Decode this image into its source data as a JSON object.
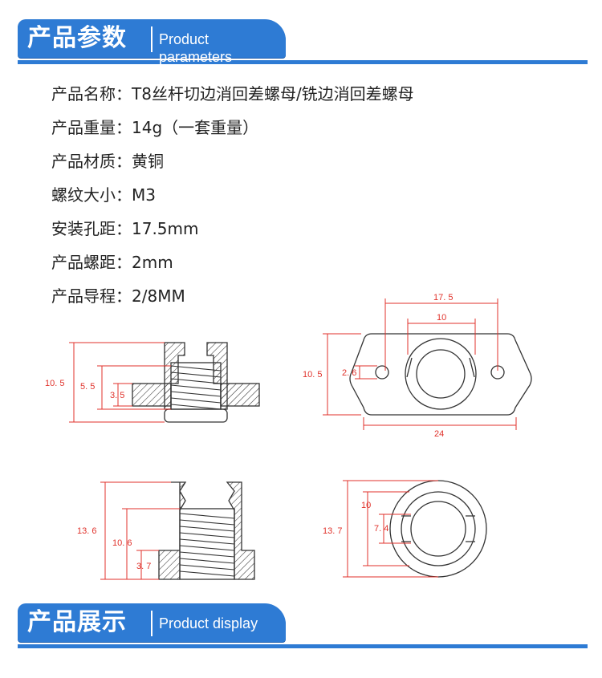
{
  "banners": {
    "parameters": {
      "title": "产品参数",
      "subtitle": "Product parameters"
    },
    "display": {
      "title": "产品展示",
      "subtitle": "Product display"
    }
  },
  "params": [
    {
      "label": "产品名称：",
      "value": "T8丝杆切边消回差螺母/铣边消回差螺母"
    },
    {
      "label": "产品重量：",
      "value": "14g（一套重量）"
    },
    {
      "label": "产品材质：",
      "value": "黄铜"
    },
    {
      "label": "螺纹大小：",
      "value": "M3"
    },
    {
      "label": "安装孔距：",
      "value": "17.5mm"
    },
    {
      "label": "产品螺距：",
      "value": "2mm"
    },
    {
      "label": "产品导程：",
      "value": "2/8MM"
    }
  ],
  "drawings": {
    "side_top": {
      "overall_height": "10. 5",
      "thread_height": "5. 5",
      "flange_height": "3. 5"
    },
    "plan_top": {
      "hole_spacing": "17. 5",
      "inner_width": "10",
      "height": "10. 5",
      "hole_diameter": "2. 6",
      "width": "24"
    },
    "side_bottom": {
      "overall_height": "13. 6",
      "thread_height": "10. 6",
      "flange_height": "3. 7"
    },
    "plan_bottom": {
      "outer_diameter": "13. 7",
      "inner_diameter": "10",
      "bore": "7. 4"
    }
  },
  "colors": {
    "banner": "#2e7bd4",
    "dimension": "#e0322b",
    "drawing": "#333333"
  }
}
